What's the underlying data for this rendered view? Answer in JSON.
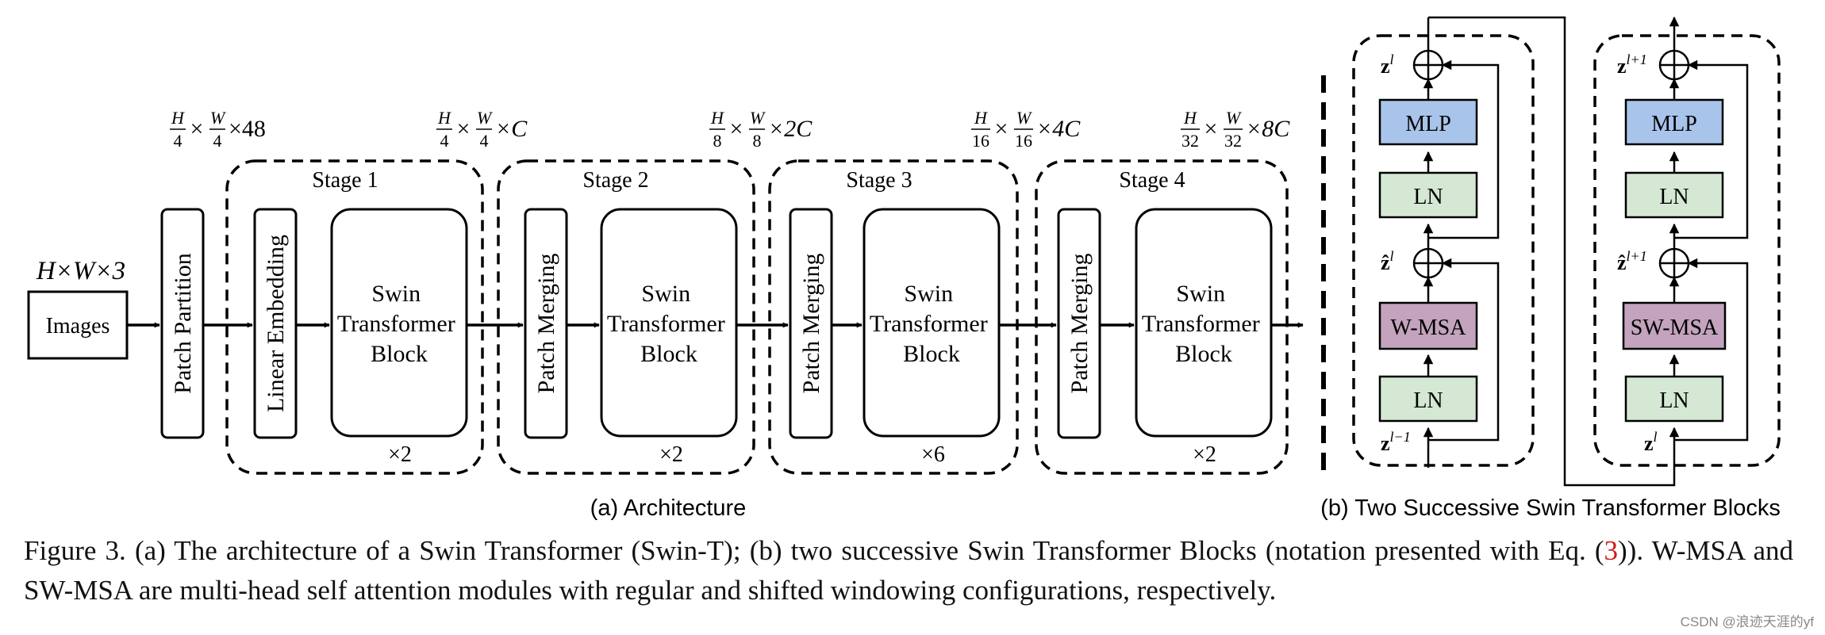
{
  "input": {
    "dims": "H×W×3",
    "label": "Images"
  },
  "patch_partition": "Patch Partition",
  "dims_labels": [
    {
      "a": "H",
      "b": "4",
      "c": "W",
      "d": "4",
      "e": "×48"
    },
    {
      "a": "H",
      "b": "4",
      "c": "W",
      "d": "4",
      "e": "×C"
    },
    {
      "a": "H",
      "b": "8",
      "c": "W",
      "d": "8",
      "e": "×2C"
    },
    {
      "a": "H",
      "b": "16",
      "c": "W",
      "d": "16",
      "e": "×4C"
    },
    {
      "a": "H",
      "b": "32",
      "c": "W",
      "d": "32",
      "e": "×8C"
    }
  ],
  "stages": [
    {
      "title": "Stage 1",
      "first": "Linear Embedding",
      "block": [
        "Swin",
        "Transformer",
        "Block"
      ],
      "repeat": "×2"
    },
    {
      "title": "Stage 2",
      "first": "Patch Merging",
      "block": [
        "Swin",
        "Transformer",
        "Block"
      ],
      "repeat": "×2"
    },
    {
      "title": "Stage 3",
      "first": "Patch Merging",
      "block": [
        "Swin",
        "Transformer",
        "Block"
      ],
      "repeat": "×6"
    },
    {
      "title": "Stage 4",
      "first": "Patch Merging",
      "block": [
        "Swin",
        "Transformer",
        "Block"
      ],
      "repeat": "×2"
    }
  ],
  "blocks": [
    {
      "mlp": "MLP",
      "ln": "LN",
      "attn": "W-MSA",
      "z_out": "z",
      "z_out_sup": "l",
      "z_hat": "ẑ",
      "z_hat_sup": "l",
      "z_in": "z",
      "z_in_sup": "l−1"
    },
    {
      "mlp": "MLP",
      "ln": "LN",
      "attn": "SW-MSA",
      "z_out": "z",
      "z_out_sup": "l+1",
      "z_hat": "ẑ",
      "z_hat_sup": "l+1",
      "z_in": "z",
      "z_in_sup": "l"
    }
  ],
  "subcaptions": {
    "a": "(a) Architecture",
    "b": "(b) Two Successive Swin Transformer Blocks"
  },
  "caption": {
    "part1": "Figure 3. (a) The architecture of a Swin Transformer (Swin-T); (b) two successive Swin Transformer Blocks (notation presented with Eq. (",
    "ref": "3",
    "part2": ")). W-MSA and SW-MSA are multi-head self attention modules with regular and shifted windowing configurations, respectively."
  },
  "watermark": "CSDN @浪迹天涯的yf",
  "colors": {
    "mlp": "#a9c4eb",
    "ln": "#d5e8d4",
    "attn": "#c3a3bd",
    "ref": "#d21a1a"
  }
}
